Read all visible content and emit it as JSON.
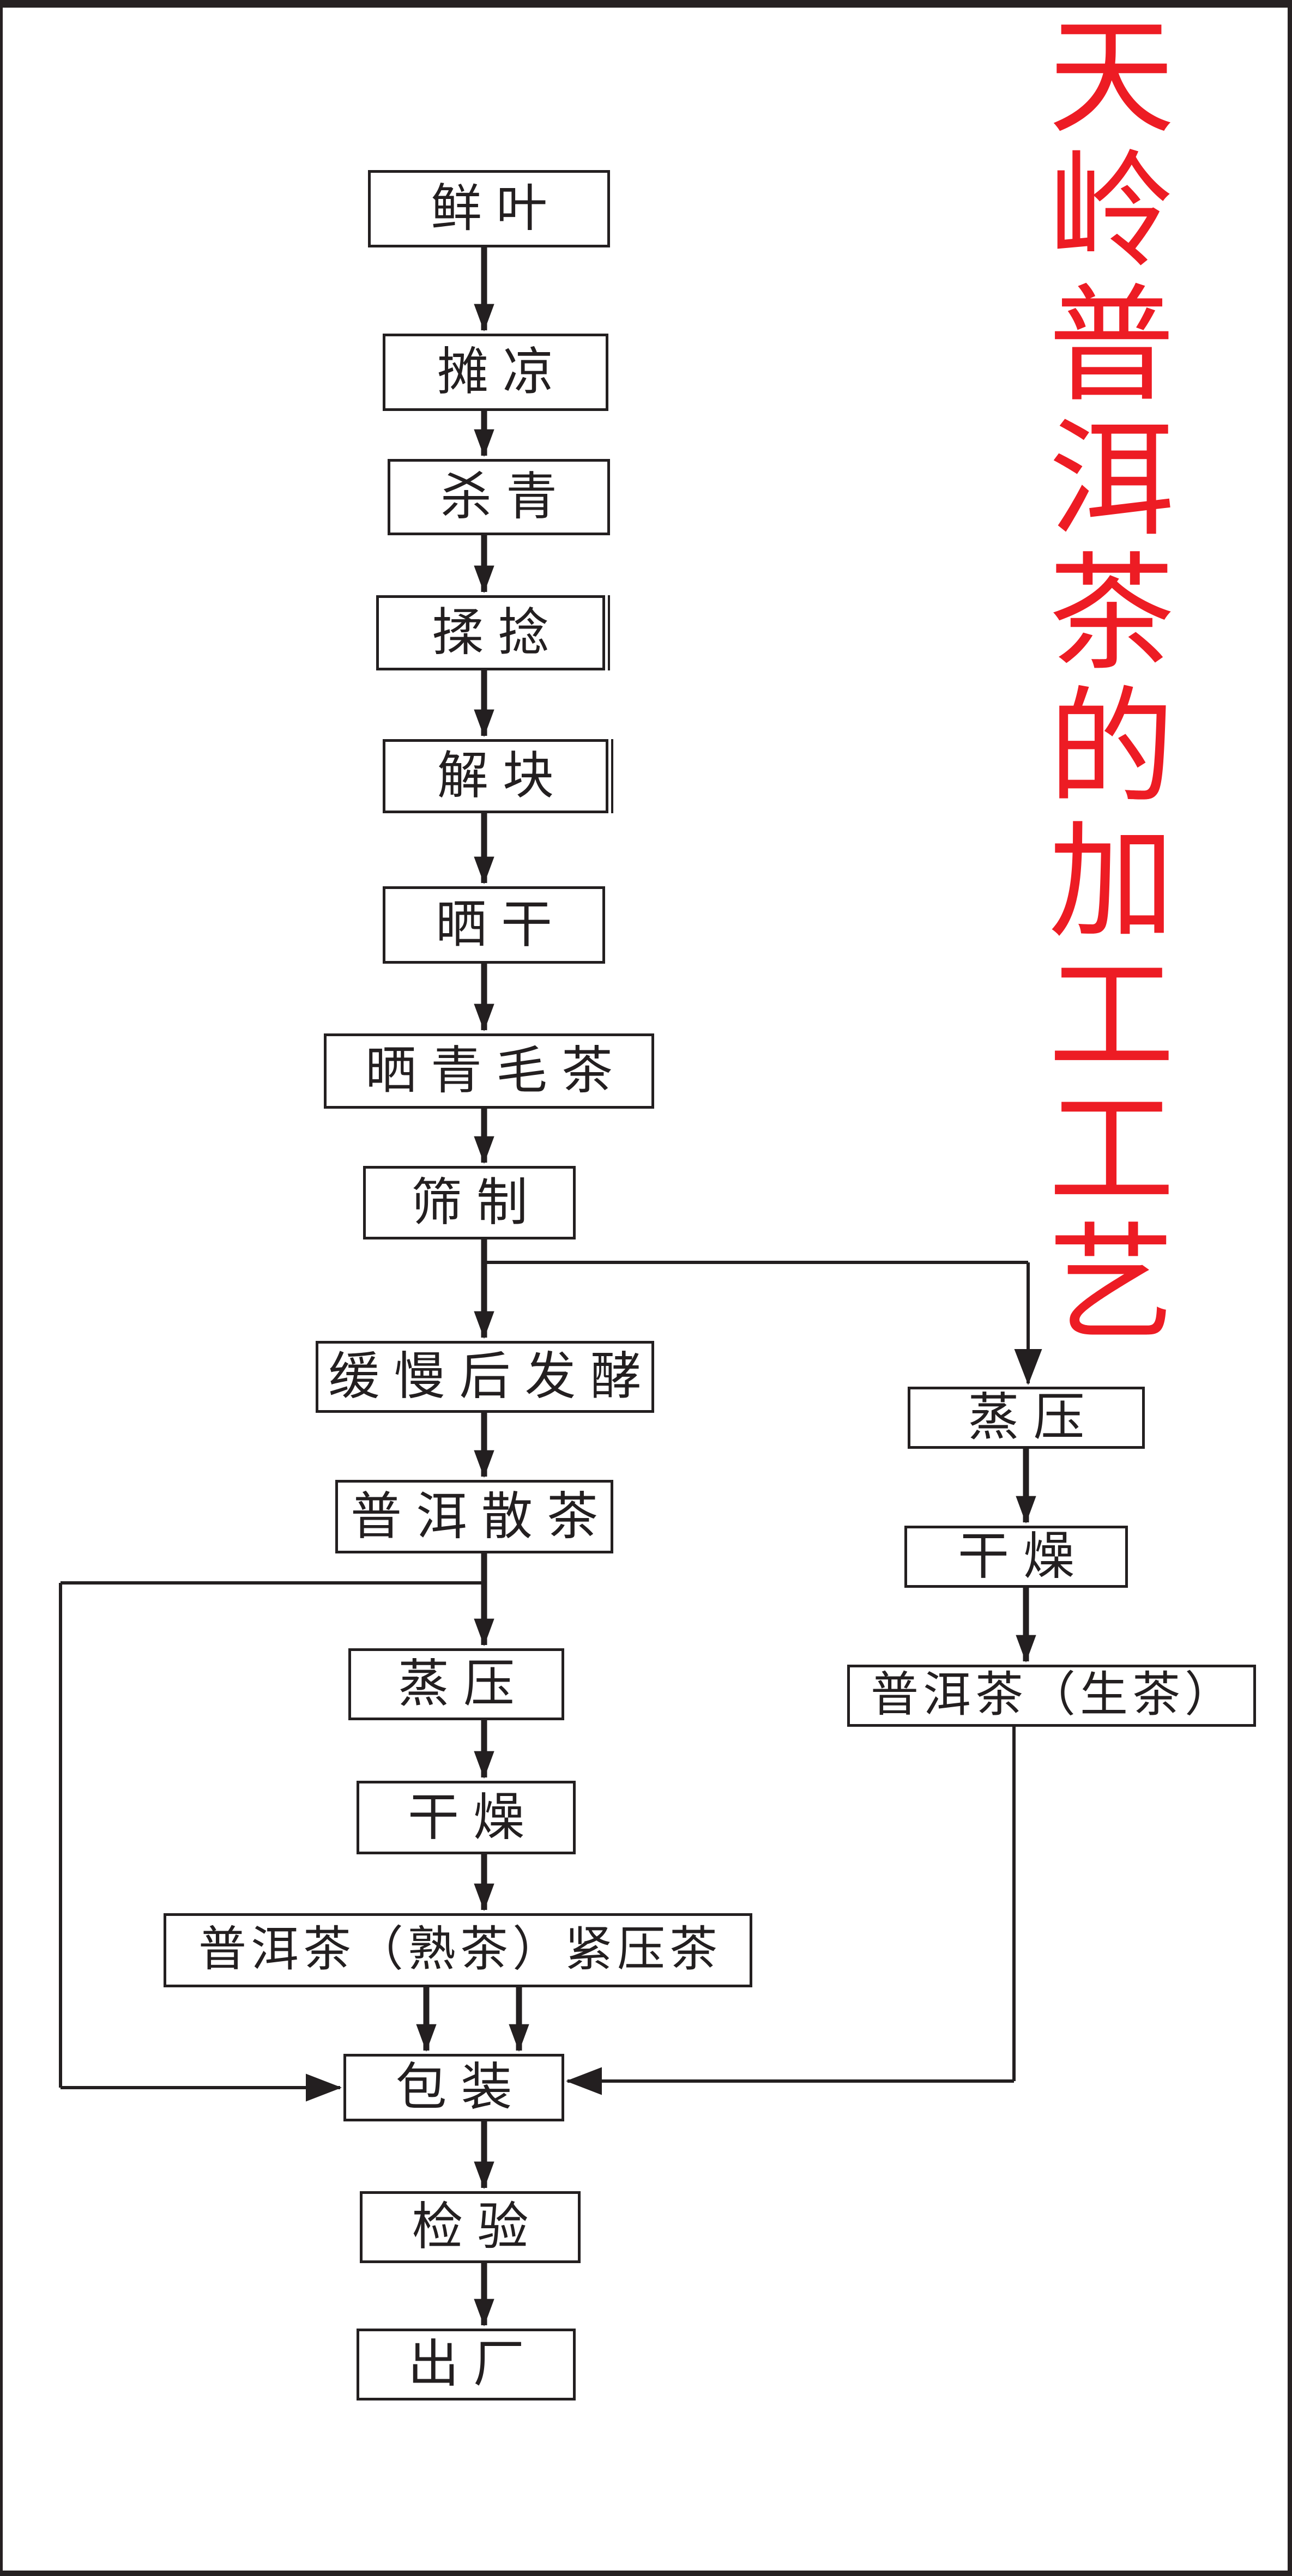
{
  "page": {
    "background": "#ffffff",
    "frame_color": "#262122"
  },
  "colors": {
    "accent_red": "#ed1c24",
    "ink_black": "#231f20"
  },
  "title": {
    "text": "天岭普洱茶的加工工艺",
    "color": "#ed1c24",
    "orientation": "vertical"
  },
  "flowchart": {
    "nodes": [
      {
        "id": "fresh_leaves",
        "label": "鲜叶"
      },
      {
        "id": "spread_cooling",
        "label": "摊凉"
      },
      {
        "id": "fixation",
        "label": "杀青"
      },
      {
        "id": "rolling",
        "label": "揉捻"
      },
      {
        "id": "deblocking",
        "label": "解块"
      },
      {
        "id": "sun_drying",
        "label": "晒干"
      },
      {
        "id": "sun_dried_raw_tea",
        "label": "晒青毛茶"
      },
      {
        "id": "sieving",
        "label": "筛制"
      },
      {
        "id": "slow_post_fermentation",
        "label": "缓慢后发酵"
      },
      {
        "id": "puer_loose_tea",
        "label": "普洱散茶"
      },
      {
        "id": "steam_pressing_left",
        "label": "蒸压"
      },
      {
        "id": "drying_left",
        "label": "干燥"
      },
      {
        "id": "ripe_compressed_tea",
        "label": "普洱茶（熟茶）紧压茶"
      },
      {
        "id": "packaging",
        "label": "包装"
      },
      {
        "id": "inspection",
        "label": "检验"
      },
      {
        "id": "factory_release",
        "label": "出厂"
      },
      {
        "id": "steam_pressing_right",
        "label": "蒸压"
      },
      {
        "id": "drying_right",
        "label": "干燥"
      },
      {
        "id": "raw_tea",
        "label": "普洱茶（生茶）"
      }
    ],
    "edges": [
      {
        "from": "fresh_leaves",
        "to": "spread_cooling"
      },
      {
        "from": "spread_cooling",
        "to": "fixation"
      },
      {
        "from": "fixation",
        "to": "rolling"
      },
      {
        "from": "rolling",
        "to": "deblocking"
      },
      {
        "from": "deblocking",
        "to": "sun_drying"
      },
      {
        "from": "sun_drying",
        "to": "sun_dried_raw_tea"
      },
      {
        "from": "sun_dried_raw_tea",
        "to": "sieving"
      },
      {
        "from": "sieving",
        "to": "slow_post_fermentation"
      },
      {
        "from": "sieving",
        "to": "steam_pressing_right"
      },
      {
        "from": "slow_post_fermentation",
        "to": "puer_loose_tea"
      },
      {
        "from": "puer_loose_tea",
        "to": "steam_pressing_left"
      },
      {
        "from": "puer_loose_tea",
        "to": "packaging"
      },
      {
        "from": "steam_pressing_left",
        "to": "drying_left"
      },
      {
        "from": "drying_left",
        "to": "ripe_compressed_tea"
      },
      {
        "from": "ripe_compressed_tea",
        "to": "packaging",
        "count": 2
      },
      {
        "from": "steam_pressing_right",
        "to": "drying_right"
      },
      {
        "from": "drying_right",
        "to": "raw_tea"
      },
      {
        "from": "raw_tea",
        "to": "packaging"
      },
      {
        "from": "packaging",
        "to": "inspection"
      },
      {
        "from": "inspection",
        "to": "factory_release"
      }
    ]
  }
}
